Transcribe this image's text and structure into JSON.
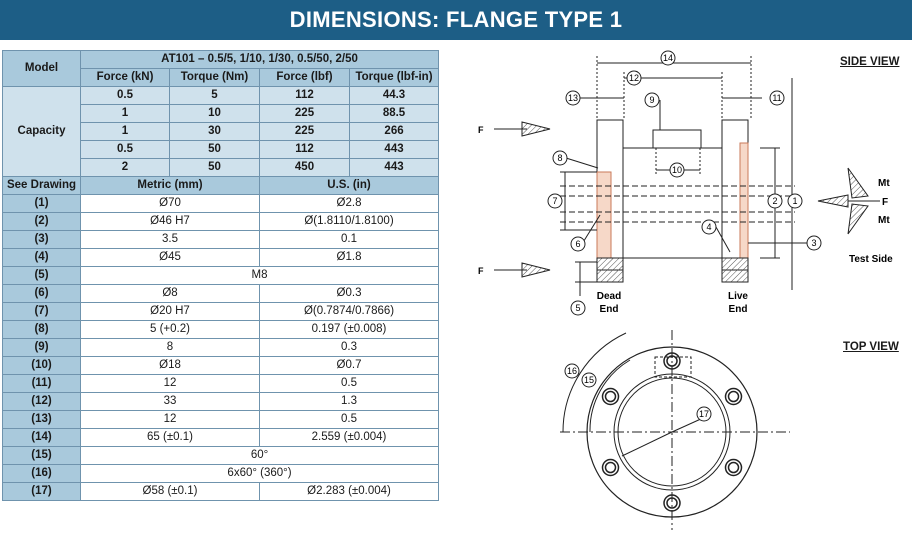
{
  "title": "DIMENSIONS: FLANGE TYPE 1",
  "table": {
    "model_label": "Model",
    "model_value": "AT101 – 0.5/5, 1/10, 1/30, 0.5/50, 2/50",
    "columns": [
      "Force (kN)",
      "Torque (Nm)",
      "Force (lbf)",
      "Torque (lbf-in)"
    ],
    "capacity_label": "Capacity",
    "capacity_rows": [
      [
        "0.5",
        "5",
        "112",
        "44.3"
      ],
      [
        "1",
        "10",
        "225",
        "88.5"
      ],
      [
        "1",
        "30",
        "225",
        "266"
      ],
      [
        "0.5",
        "50",
        "112",
        "443"
      ],
      [
        "2",
        "50",
        "450",
        "443"
      ]
    ],
    "see_drawing_label": "See Drawing",
    "metric_label": "Metric (mm)",
    "us_label": "U.S. (in)",
    "dim_rows": [
      {
        "id": "(1)",
        "metric": "Ø70",
        "us": "Ø2.8"
      },
      {
        "id": "(2)",
        "metric": "Ø46 H7",
        "us": "Ø(1.8110/1.8100)"
      },
      {
        "id": "(3)",
        "metric": "3.5",
        "us": "0.1"
      },
      {
        "id": "(4)",
        "metric": "Ø45",
        "us": "Ø1.8"
      },
      {
        "id": "(5)",
        "merged": "M8"
      },
      {
        "id": "(6)",
        "metric": "Ø8",
        "us": "Ø0.3"
      },
      {
        "id": "(7)",
        "metric": "Ø20 H7",
        "us": "Ø(0.7874/0.7866)"
      },
      {
        "id": "(8)",
        "metric": "5 (+0.2)",
        "us": "0.197 (±0.008)"
      },
      {
        "id": "(9)",
        "metric": "8",
        "us": "0.3"
      },
      {
        "id": "(10)",
        "metric": "Ø18",
        "us": "Ø0.7"
      },
      {
        "id": "(11)",
        "metric": "12",
        "us": "0.5"
      },
      {
        "id": "(12)",
        "metric": "33",
        "us": "1.3"
      },
      {
        "id": "(13)",
        "metric": "12",
        "us": "0.5"
      },
      {
        "id": "(14)",
        "metric": "65 (±0.1)",
        "us": "2.559 (±0.004)"
      },
      {
        "id": "(15)",
        "merged": "60°"
      },
      {
        "id": "(16)",
        "merged": "6x60° (360°)"
      },
      {
        "id": "(17)",
        "metric": "Ø58 (±0.1)",
        "us": "Ø2.283 (±0.004)"
      }
    ]
  },
  "drawing": {
    "side_view_label": "SIDE VIEW",
    "top_view_label": "TOP VIEW",
    "force_label": "F",
    "mt_label": "Mt",
    "test_side_label": "Test Side",
    "dead_end_label": [
      "Dead",
      "End"
    ],
    "live_end_label": [
      "Live",
      "End"
    ],
    "callouts": [
      "1",
      "2",
      "3",
      "4",
      "5",
      "6",
      "7",
      "8",
      "9",
      "10",
      "11",
      "12",
      "13",
      "14",
      "15",
      "16",
      "17"
    ]
  },
  "colors": {
    "banner": "#1d5e86",
    "header_fill": "#a9c9dc",
    "capacity_fill": "#cfe1ec",
    "flange_fill": "#f6d8c8",
    "flange_edge": "#c97a5a"
  }
}
